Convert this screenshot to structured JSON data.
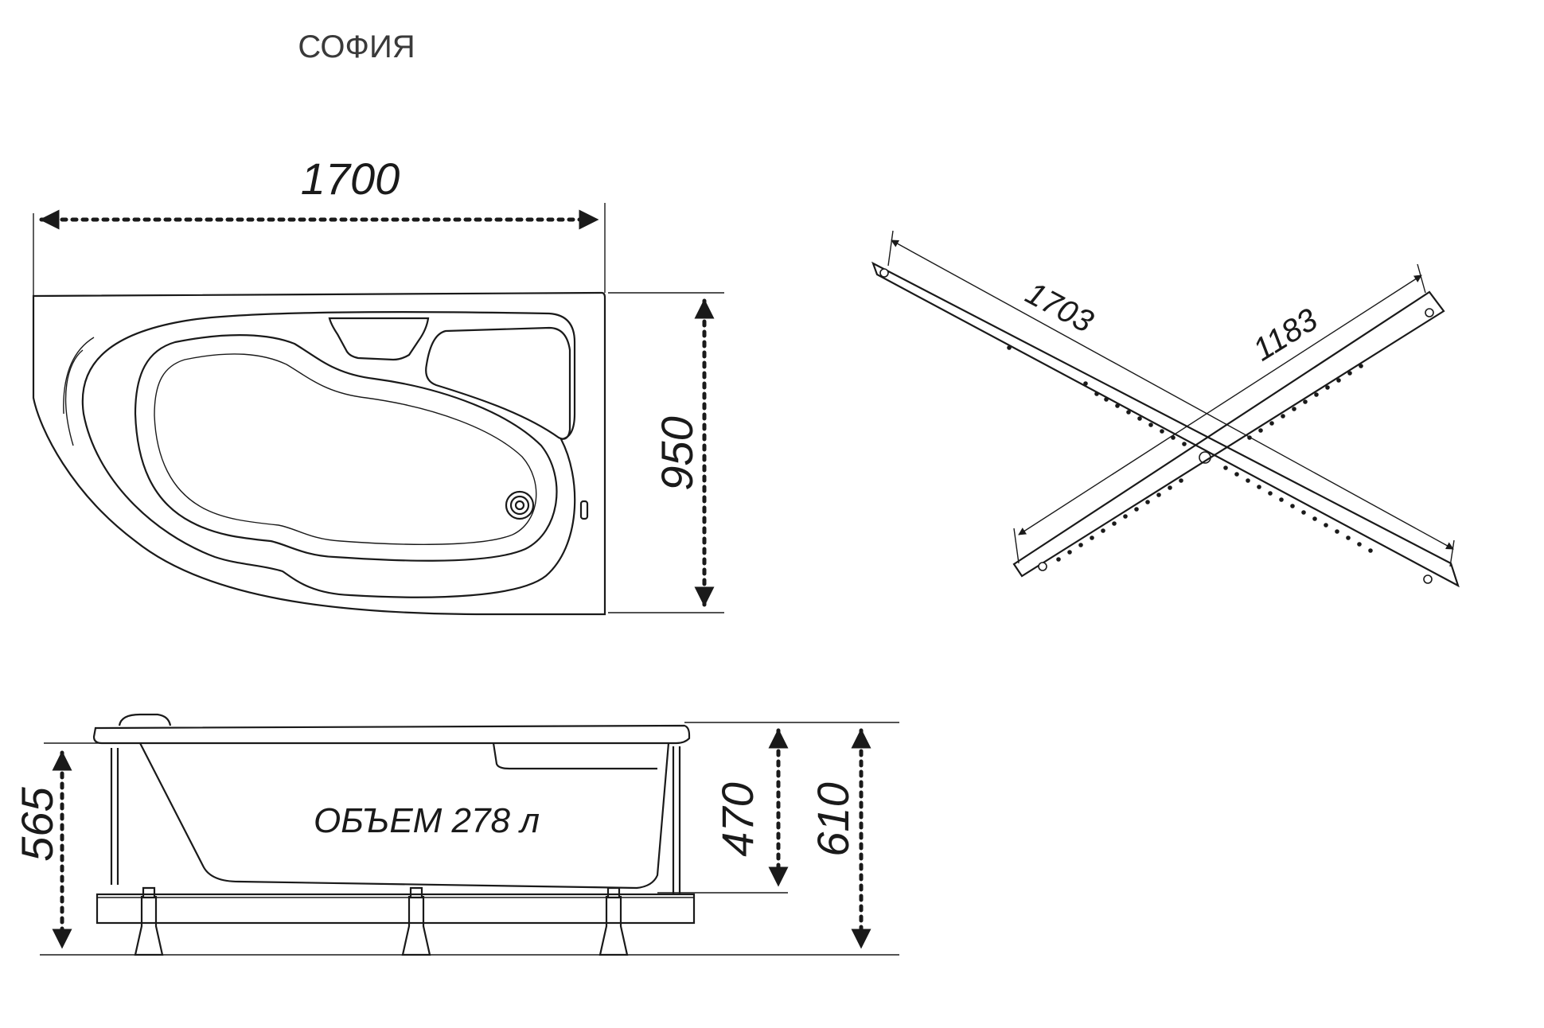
{
  "title": "СОФИЯ",
  "top_view": {
    "length_label": "1700",
    "width_label": "950"
  },
  "frame_view": {
    "long_bar_label": "1703",
    "short_bar_label": "1183"
  },
  "side_view": {
    "volume_label": "ОБЪЕМ 278 л",
    "floor_to_rim_label": "565",
    "inner_depth_label": "470",
    "total_height_label": "610"
  }
}
